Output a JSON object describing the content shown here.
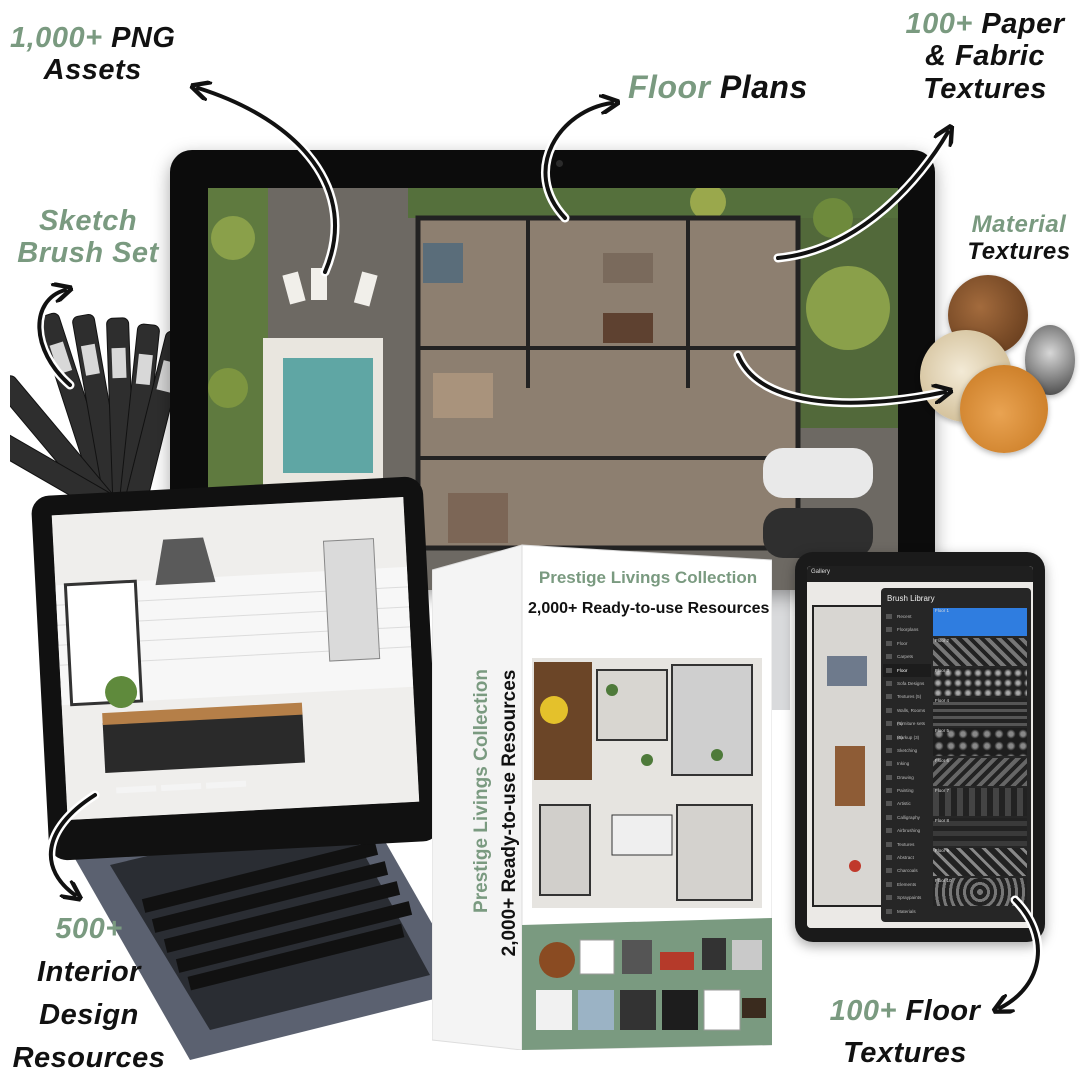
{
  "labels": {
    "png_assets": {
      "accent": "1,000+",
      "line1_rest": " PNG",
      "line2": "Assets"
    },
    "floor_plans": {
      "accent": "Floor",
      "rest": " Plans"
    },
    "paper_fabric": {
      "accent": "100+",
      "line1_rest": " Paper",
      "line2": "& Fabric",
      "line3": "Textures"
    },
    "sketch_brush": {
      "line1": "Sketch",
      "line2": "Brush Set"
    },
    "material": {
      "line1": "Material",
      "line2": "Textures"
    },
    "interior": {
      "accent": "500+",
      "line2": "Interior",
      "line3": "Design",
      "line4": "Resources"
    },
    "floor_textures": {
      "accent": "100+",
      "line1_rest": " Floor",
      "line2": "Textures"
    }
  },
  "box": {
    "title": "Prestige Livings Collection",
    "subtitle": "2,000+ Ready-to-use Resources",
    "spine_title": "Prestige Livings Collection",
    "spine_subtitle": "2,000+ Ready-to-use Resources"
  },
  "tablet": {
    "toolbar_label": "Gallery",
    "panel_title": "Brush Library",
    "categories": [
      "Recent",
      "Floorplans",
      "Floor",
      "Carpets",
      "Floor",
      "Sofa Designs",
      "Textures (5)",
      "Walls, Rooms (5)",
      "Furniture sets (5)",
      "Markup (3)",
      "Sketching",
      "Inking",
      "Drawing",
      "Painting",
      "Artistic",
      "Calligraphy",
      "Airbrushing",
      "Textures",
      "Abstract",
      "Charcoals",
      "Elements",
      "Spraypaints",
      "Materials"
    ],
    "swatches": [
      "Floor 1",
      "Floor 2",
      "Floor 3",
      "Floor 4",
      "Floor 5",
      "Floor 6",
      "Floor 7",
      "Floor 8",
      "Floor 9",
      "Floor 10"
    ]
  },
  "colors": {
    "accent": "#7a9a80",
    "text": "#111111",
    "box_green": "#7a9a80"
  }
}
